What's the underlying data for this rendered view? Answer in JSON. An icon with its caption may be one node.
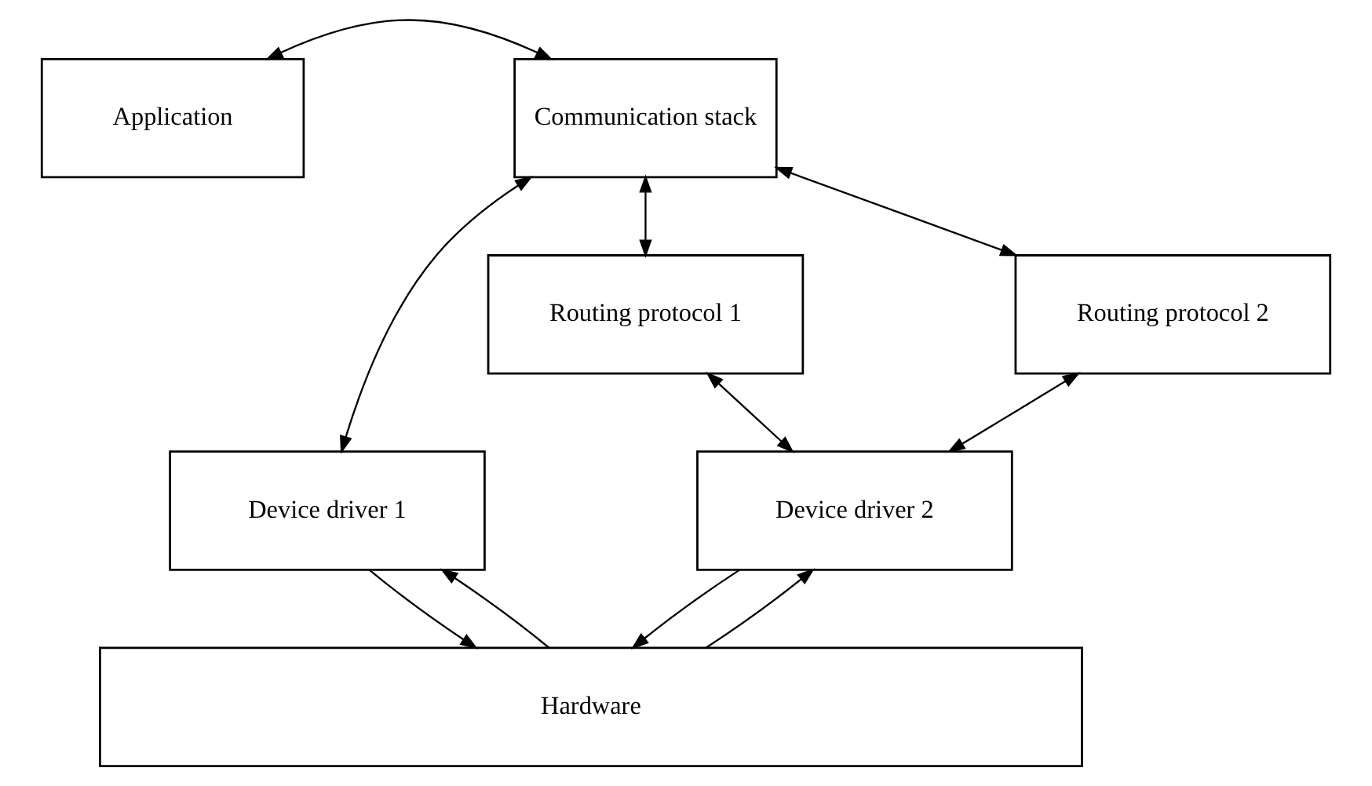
{
  "diagram": {
    "nodes": [
      {
        "text": [
          "Application"
        ]
      },
      {
        "text": [
          "Communication stack"
        ]
      },
      {
        "text": [
          "Routing protocol 1"
        ]
      },
      {
        "text": [
          "Routing protocol 2"
        ]
      },
      {
        "text": [
          "Device driver 1"
        ]
      },
      {
        "text": [
          "Device driver 2"
        ]
      },
      {
        "text": [
          "Hardware"
        ]
      }
    ],
    "edges": [
      {
        "from": 0,
        "to": 1,
        "arrow": "both"
      },
      {
        "from": 1,
        "to": 2,
        "arrow": "both"
      },
      {
        "from": 1,
        "to": 3,
        "arrow": "both"
      },
      {
        "from": 1,
        "to": 4,
        "arrow": "both"
      },
      {
        "from": 2,
        "to": 5,
        "arrow": "both"
      },
      {
        "from": 3,
        "to": 5,
        "arrow": "both"
      },
      {
        "from": 4,
        "to": 6,
        "arrow": "to"
      },
      {
        "from": 6,
        "to": 4,
        "arrow": "to"
      },
      {
        "from": 5,
        "to": 6,
        "arrow": "to"
      },
      {
        "from": 6,
        "to": 5,
        "arrow": "to"
      }
    ]
  }
}
